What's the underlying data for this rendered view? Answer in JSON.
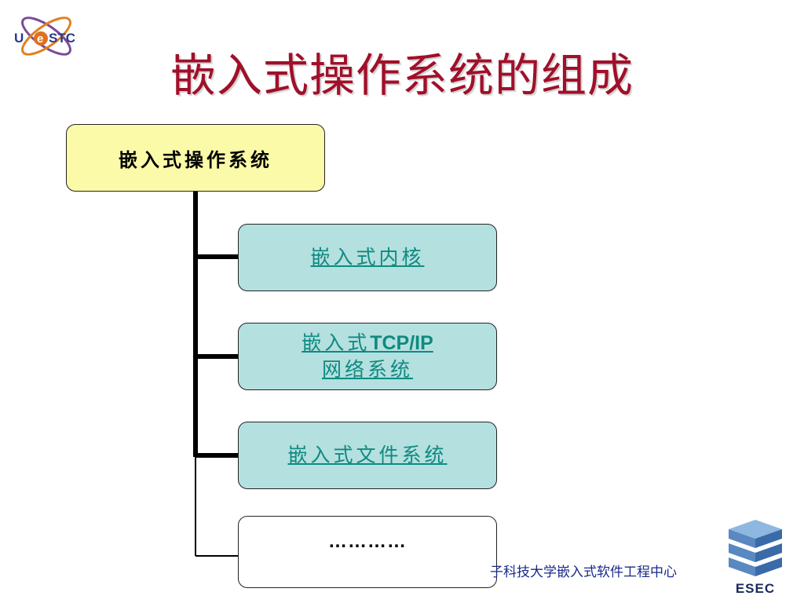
{
  "logo_uestc": {
    "text": "UESTC"
  },
  "title": "嵌入式操作系统的组成",
  "tree": {
    "root": {
      "label": "嵌入式操作系统"
    },
    "children": [
      {
        "label": "嵌入式内核"
      },
      {
        "label_prefix": "嵌入式",
        "label_latin": "TCP/IP",
        "label_line2": "网络系统"
      },
      {
        "label": "嵌入式文件系统"
      },
      {
        "label": "…………"
      }
    ]
  },
  "footer": {
    "text": "子科技大学嵌入式软件工程中心"
  },
  "logo_esec": {
    "text": "ESEC"
  },
  "colors": {
    "title": "#a0102a",
    "root_fill": "#fafaa8",
    "child_fill": "#b4e0e0",
    "link": "#108a80",
    "footer": "#1a2a8a"
  }
}
